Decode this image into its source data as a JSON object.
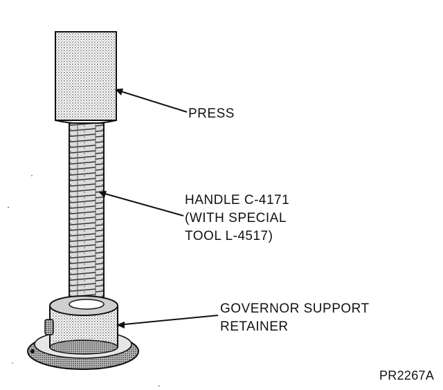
{
  "labels": {
    "press": "PRESS",
    "handle": [
      "HANDLE C-4171",
      "(WITH SPECIAL",
      "TOOL L-4517)"
    ],
    "governor": [
      "GOVERNOR SUPPORT",
      "RETAINER"
    ],
    "figure_code": "PR2267A"
  },
  "colors": {
    "ink": "#111111",
    "stipple": "#6e6e6e",
    "paper": "#ffffff"
  }
}
